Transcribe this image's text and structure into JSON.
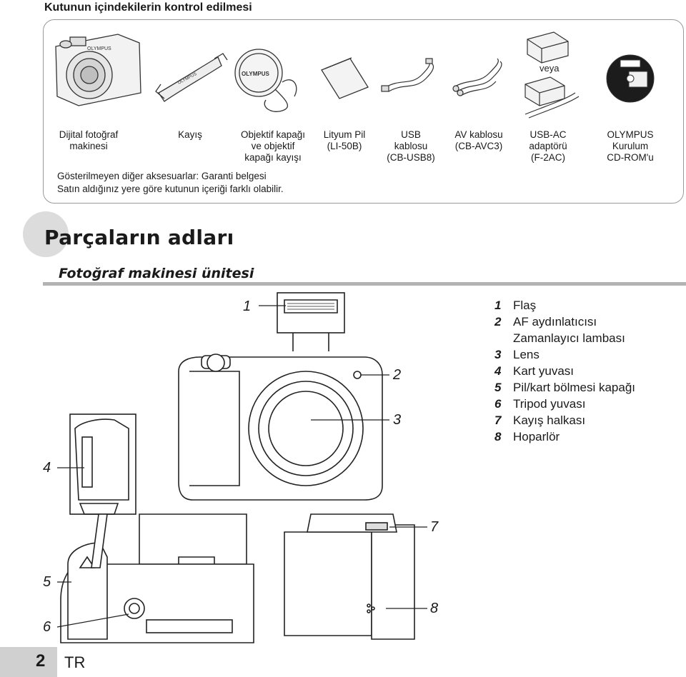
{
  "contents": {
    "title": "Kutunun içindekilerin kontrol edilmesi",
    "or_label": "veya",
    "items": [
      {
        "label": "Dijital fotoğraf\nmakinesi"
      },
      {
        "label": "Kayış"
      },
      {
        "label": "Objektif kapağı\nve objektif\nkapağı kayışı"
      },
      {
        "label": "Lityum Pil\n(LI-50B)"
      },
      {
        "label": "USB\nkablosu\n(CB-USB8)"
      },
      {
        "label": "AV kablosu\n(CB-AVC3)"
      },
      {
        "label": "USB-AC\nadaptörü\n(F-2AC)"
      },
      {
        "label": "OLYMPUS\nKurulum\nCD-ROM'u"
      }
    ],
    "notes": [
      "Gösterilmeyen diğer aksesuarlar: Garanti belgesi",
      "Satın aldığınız yere göre kutunun içeriği farklı olabilir."
    ],
    "brand_text": "OLYMPUS"
  },
  "parts": {
    "title": "Parçaların adları",
    "subtitle": "Fotoğraf makinesi ünitesi",
    "legend": [
      {
        "num": "1",
        "text": "Flaş"
      },
      {
        "num": "2",
        "text": "AF aydınlatıcısı"
      },
      {
        "num": "",
        "text": "Zamanlayıcı lambası"
      },
      {
        "num": "3",
        "text": "Lens"
      },
      {
        "num": "4",
        "text": "Kart yuvası"
      },
      {
        "num": "5",
        "text": "Pil/kart bölmesi kapağı"
      },
      {
        "num": "6",
        "text": "Tripod yuvası"
      },
      {
        "num": "7",
        "text": "Kayış halkası"
      },
      {
        "num": "8",
        "text": "Hoparlör"
      }
    ],
    "callouts": [
      "1",
      "2",
      "3",
      "4",
      "5",
      "6",
      "7",
      "8"
    ]
  },
  "footer": {
    "page_number": "2",
    "language": "TR"
  }
}
